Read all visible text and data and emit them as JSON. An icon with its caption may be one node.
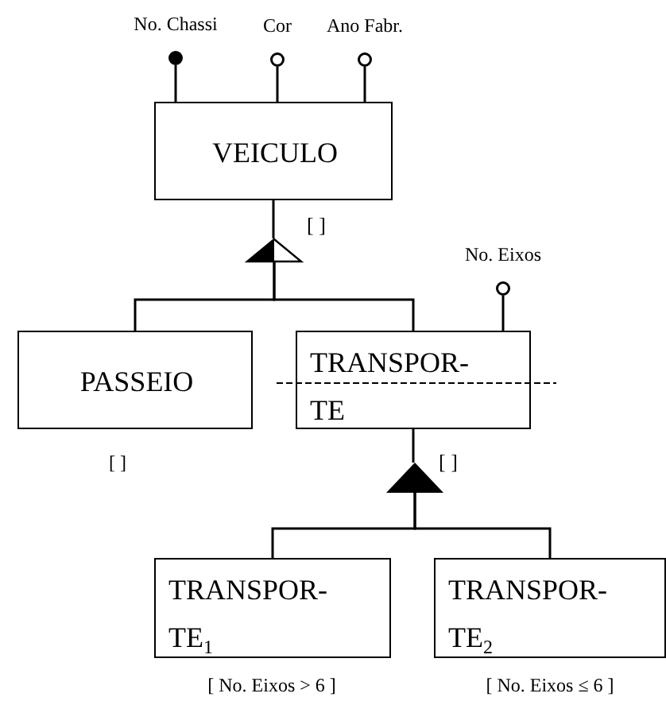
{
  "diagram": {
    "nodes": [
      {
        "text": [],
        "shape": "dot",
        "beside": [
          "No. Chassi"
        ]
      },
      {
        "text": [],
        "shape": "circle",
        "beside": [
          "Cor"
        ]
      },
      {
        "text": [],
        "shape": "circle",
        "beside": [
          "Ano Fabr."
        ]
      },
      {
        "text": [
          "VEICULO"
        ]
      },
      {
        "text": [],
        "shape": "half-triangle"
      },
      {
        "text": [],
        "shape": "circle",
        "beside": [
          "No. Eixos"
        ]
      },
      {
        "text": [
          "PASSEIO"
        ],
        "beside": [
          "[ ]"
        ]
      },
      {
        "text": [
          "TRANSPOR- TE"
        ]
      },
      {
        "text": [],
        "shape": "triangle"
      },
      {
        "text": [
          "TRANSPOR- TE$_{1}$"
        ],
        "beside": [
          "[ No. Eixos > 6 ]"
        ]
      },
      {
        "text": [
          "TRANSPOR- TE$_{2}$"
        ],
        "beside": [
          "[ No. Eixos ≤ 6 ]"
        ]
      }
    ],
    "edges": [
      {
        "from": 3,
        "to": 0,
        "arrow": "none"
      },
      {
        "from": 3,
        "to": 1,
        "arrow": "none"
      },
      {
        "from": 3,
        "to": 2,
        "arrow": "none"
      },
      {
        "from": 3,
        "to": 4,
        "arrow": "none"
      },
      {
        "from": 4,
        "to": 6,
        "arrow": "none"
      },
      {
        "from": 4,
        "to": 7,
        "arrow": "none"
      },
      {
        "from": 7,
        "to": 5,
        "arrow": "none"
      },
      {
        "from": 7,
        "to": 8,
        "arrow": "none"
      },
      {
        "from": 8,
        "to": 9,
        "arrow": "none"
      },
      {
        "from": 8,
        "to": 10,
        "arrow": "none"
      }
    ],
    "labels": [
      "[ ]",
      "[ ]"
    ]
  }
}
